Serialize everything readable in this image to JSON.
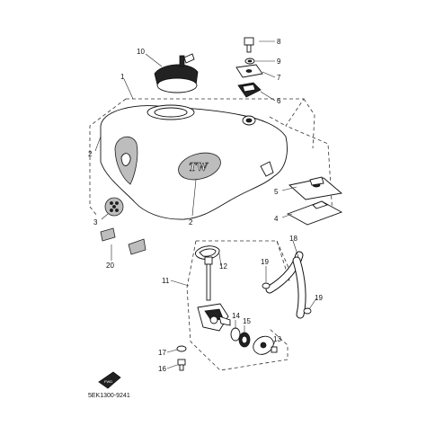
{
  "diagram": {
    "drawing_code": "5EK1300-9241",
    "callouts": [
      "1",
      "2",
      "2",
      "3",
      "4",
      "5",
      "6",
      "7",
      "8",
      "9",
      "10",
      "11",
      "12",
      "13",
      "14",
      "15",
      "16",
      "17",
      "18",
      "19",
      "19",
      "20"
    ],
    "mark_text": "TW",
    "front_mark": "FWD"
  }
}
